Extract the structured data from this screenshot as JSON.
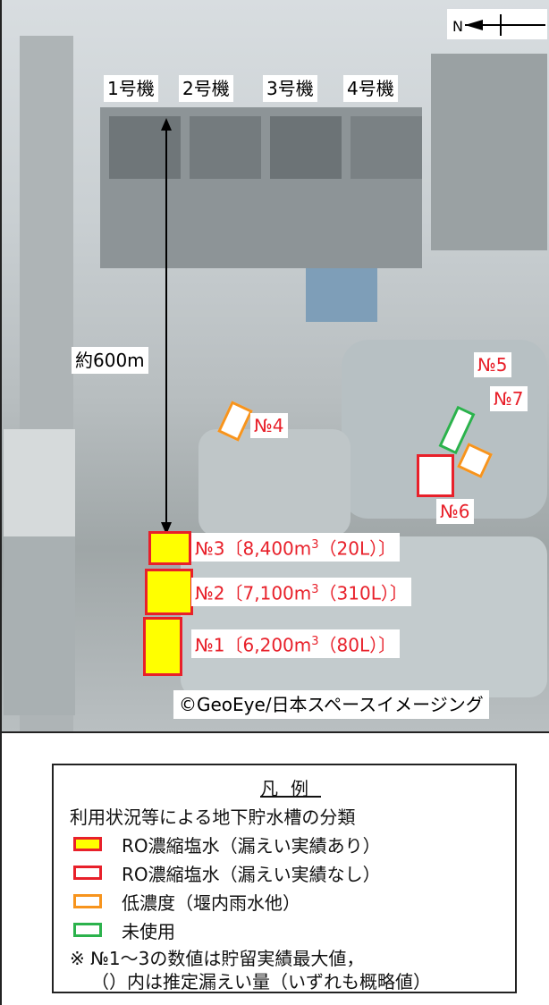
{
  "map": {
    "units": [
      "1号機",
      "2号機",
      "3号機",
      "4号機"
    ],
    "north_label": "N",
    "distance_label": "約600m",
    "pit_labels": {
      "no1": {
        "prefix": "№1〔6,200m",
        "sup": "3",
        "suffix": "（80L）〕"
      },
      "no2": {
        "prefix": "№2〔7,100m",
        "sup": "3",
        "suffix": "（310L）〕"
      },
      "no3": {
        "prefix": "№3〔8,400m",
        "sup": "3",
        "suffix": "（20L）〕"
      },
      "no4": "№4",
      "no5": "№5",
      "no6": "№6",
      "no7": "№7"
    },
    "copyright": "©GeoEye/日本スペースイメージング",
    "colors": {
      "leak_fill": "#ffff00",
      "leak_border": "#e8202a",
      "no_leak_border": "#e8202a",
      "low_conc_border": "#f7941d",
      "unused_border": "#2bb24c"
    }
  },
  "legend": {
    "title": "凡例",
    "subtitle": "利用状況等による地下貯水槽の分類",
    "items": [
      {
        "label": "RO濃縮塩水（漏えい実績あり）",
        "type": "yellow"
      },
      {
        "label": "RO濃縮塩水（漏えい実績なし）",
        "type": "red"
      },
      {
        "label": "低濃度（堰内雨水他）",
        "type": "orange"
      },
      {
        "label": "未使用",
        "type": "green"
      }
    ],
    "note1": "※ №1～3の数値は貯留実績最大値，",
    "note2": "（）内は推定漏えい量（いずれも概略値）"
  }
}
